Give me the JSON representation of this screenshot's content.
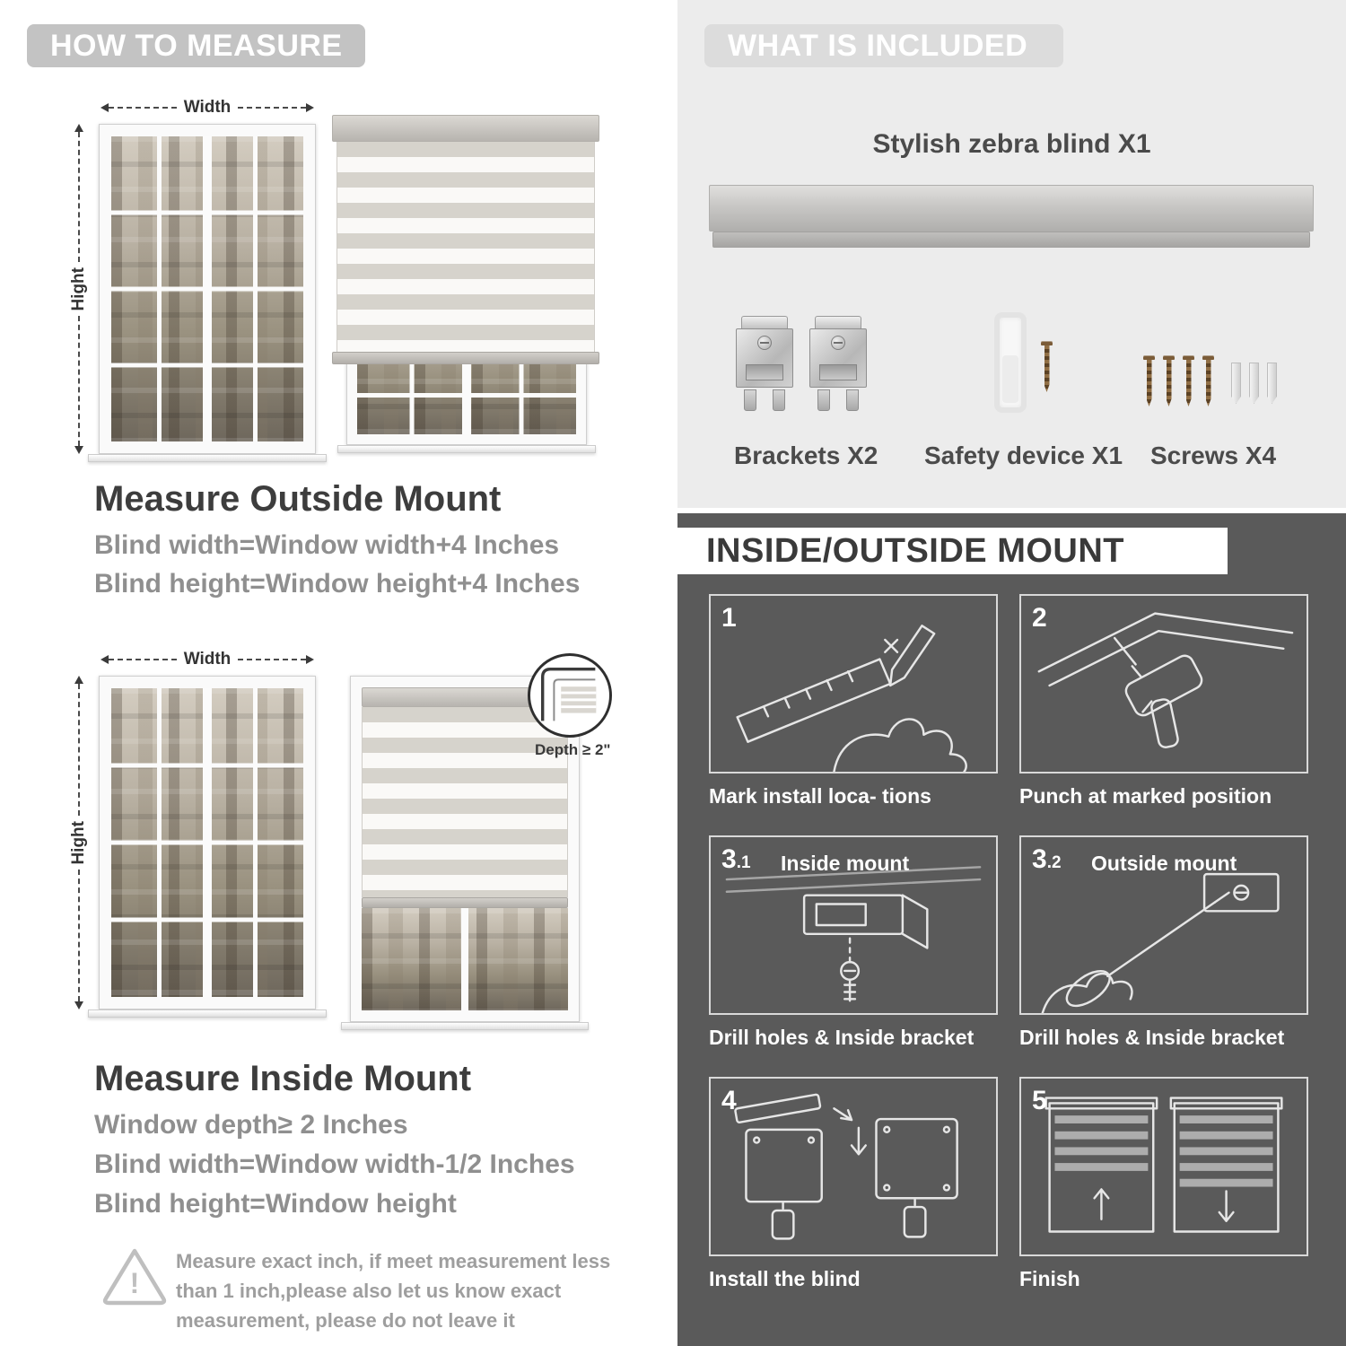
{
  "left": {
    "header": "HOW TO MEASURE",
    "labels": {
      "width": "Width",
      "hight": "Hight"
    },
    "outside": {
      "title": "Measure Outside Mount",
      "line1": "Blind width=Window width+4 Inches",
      "line2": "Blind height=Window height+4 Inches"
    },
    "inside": {
      "depth_callout": "Depth ≥ 2\"",
      "title": "Measure Inside Mount",
      "line1": "Window depth≥ 2 Inches",
      "line2": "Blind width=Window width-1/2 Inches",
      "line3": "Blind height=Window height"
    },
    "warning": "Measure exact inch, if meet measurement less\nthan 1 inch,please also let us know exact\nmeasurement, please do not leave it"
  },
  "right": {
    "included": {
      "header": "WHAT IS INCLUDED",
      "blind_label": "Stylish zebra blind X1",
      "brackets_label": "Brackets X2",
      "safety_label": "Safety device X1",
      "screws_label": "Screws X4"
    },
    "mount": {
      "header": "INSIDE/OUTSIDE MOUNT",
      "steps": [
        {
          "num_main": "1",
          "num_sub": "",
          "sub_label": "",
          "caption": "Mark install loca- tions"
        },
        {
          "num_main": "2",
          "num_sub": "",
          "sub_label": "",
          "caption": "Punch at  marked position"
        },
        {
          "num_main": "3",
          "num_sub": ".1",
          "sub_label": "Inside mount",
          "caption": "Drill holes &  Inside bracket"
        },
        {
          "num_main": "3",
          "num_sub": ".2",
          "sub_label": "Outside mount",
          "caption": "Drill holes &  Inside bracket"
        },
        {
          "num_main": "4",
          "num_sub": "",
          "sub_label": "",
          "caption": "Install the blind"
        },
        {
          "num_main": "5",
          "num_sub": "",
          "sub_label": "",
          "caption": "Finish"
        }
      ]
    }
  },
  "colors": {
    "band_gray": "#c3c3c3",
    "included_bg": "#ececec",
    "mount_bg": "#5a5a5a",
    "text_dark": "#3d3d3d",
    "text_gray": "#8f8f8f"
  }
}
